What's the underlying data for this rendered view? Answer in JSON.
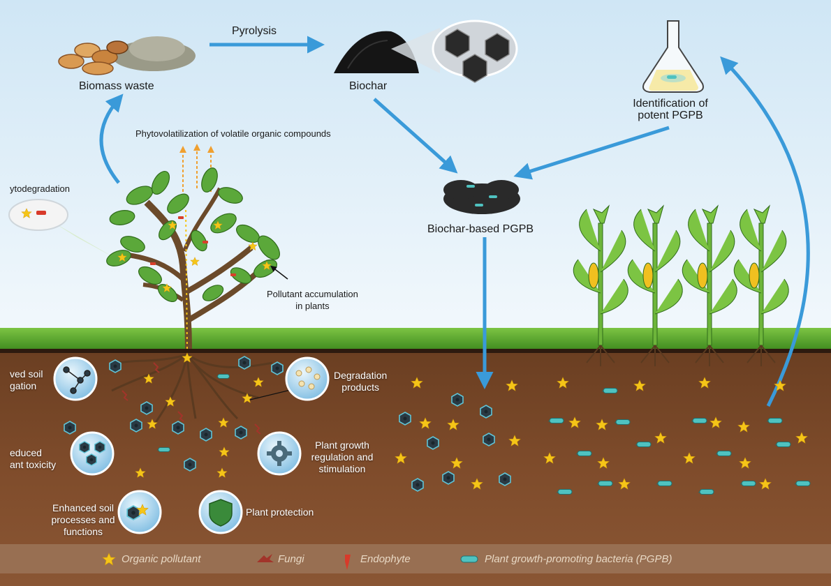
{
  "labels": {
    "pyrolysis": "Pyrolysis",
    "biomass_waste": "Biomass waste",
    "biochar": "Biochar",
    "identification": "Identification of\npotent PGPB",
    "phytovolatilization": "Phytovolatilization of volatile organic compounds",
    "phytodegradation": "ytodegradation",
    "biochar_pgpb": "Biochar-based PGPB",
    "pollutant_accumulation": "Pollutant accumulation\nin plants",
    "soil_mitigation": "ved soil\ngation",
    "degradation_products": "Degradation\nproducts",
    "reduced_toxicity": "educed\nant toxicity",
    "plant_growth": "Plant growth\nregulation and\nstimulation",
    "enhanced_soil": "Enhanced soil\nprocesses and\nfunctions",
    "plant_protection": "Plant protection"
  },
  "legend": [
    {
      "icon": "star-icon",
      "label": "Organic pollutant"
    },
    {
      "icon": "fungi-icon",
      "label": "Fungi"
    },
    {
      "icon": "endophyte-icon",
      "label": "Endophyte"
    },
    {
      "icon": "bacteria-icon",
      "label": "Plant growth-promoting bacteria (PGPB)"
    }
  ],
  "colors": {
    "sky_top": "#cfe6f5",
    "sky_bottom": "#eaf4fb",
    "grass": "#5fae2e",
    "soil": "#7a4a2a",
    "arrow": "#3a9ad9",
    "star": "#f5c518",
    "legend_bar": "#9b7458"
  }
}
